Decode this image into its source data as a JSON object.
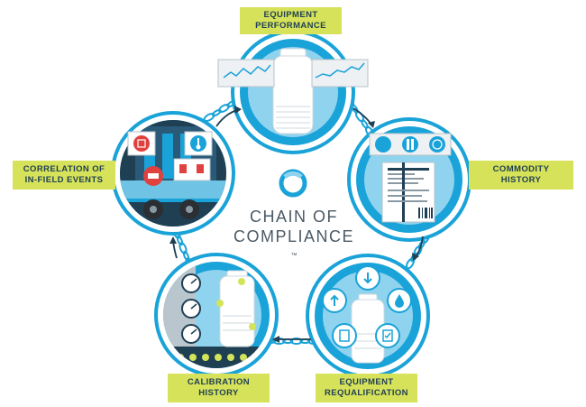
{
  "center": {
    "line1": "CHAIN OF",
    "line2": "COMPLIANCE",
    "trademark": "™"
  },
  "labels": {
    "equipment_performance": [
      "EQUIPMENT",
      "PERFORMANCE"
    ],
    "commodity_history": [
      "COMMODITY",
      "HISTORY"
    ],
    "correlation": [
      "CORRELATION OF",
      "IN-FIELD EVENTS"
    ],
    "calibration_history": [
      "CALIBRATION",
      "HISTORY"
    ],
    "equipment_requalification": [
      "EQUIPMENT",
      "REQUALIFICATION"
    ]
  },
  "colors": {
    "primary_blue": "#1aa3d8",
    "light_blue": "#8fd3ef",
    "dark_navy": "#1f3f53",
    "label_green": "#d6e25a",
    "accent_green": "#d3e35a",
    "alert_red": "#e0413f"
  },
  "icons": [
    "chain-link-icon",
    "arrow-icon",
    "cylinder-tank-icon",
    "line-chart-icon",
    "document-icon",
    "flask-icon",
    "clock-icon",
    "tower-icon",
    "barcode-icon",
    "download-icon",
    "upload-icon",
    "droplet-icon",
    "checklist-icon",
    "gauge-icon",
    "conveyor-icon",
    "truck-icon",
    "thermometer-icon"
  ]
}
